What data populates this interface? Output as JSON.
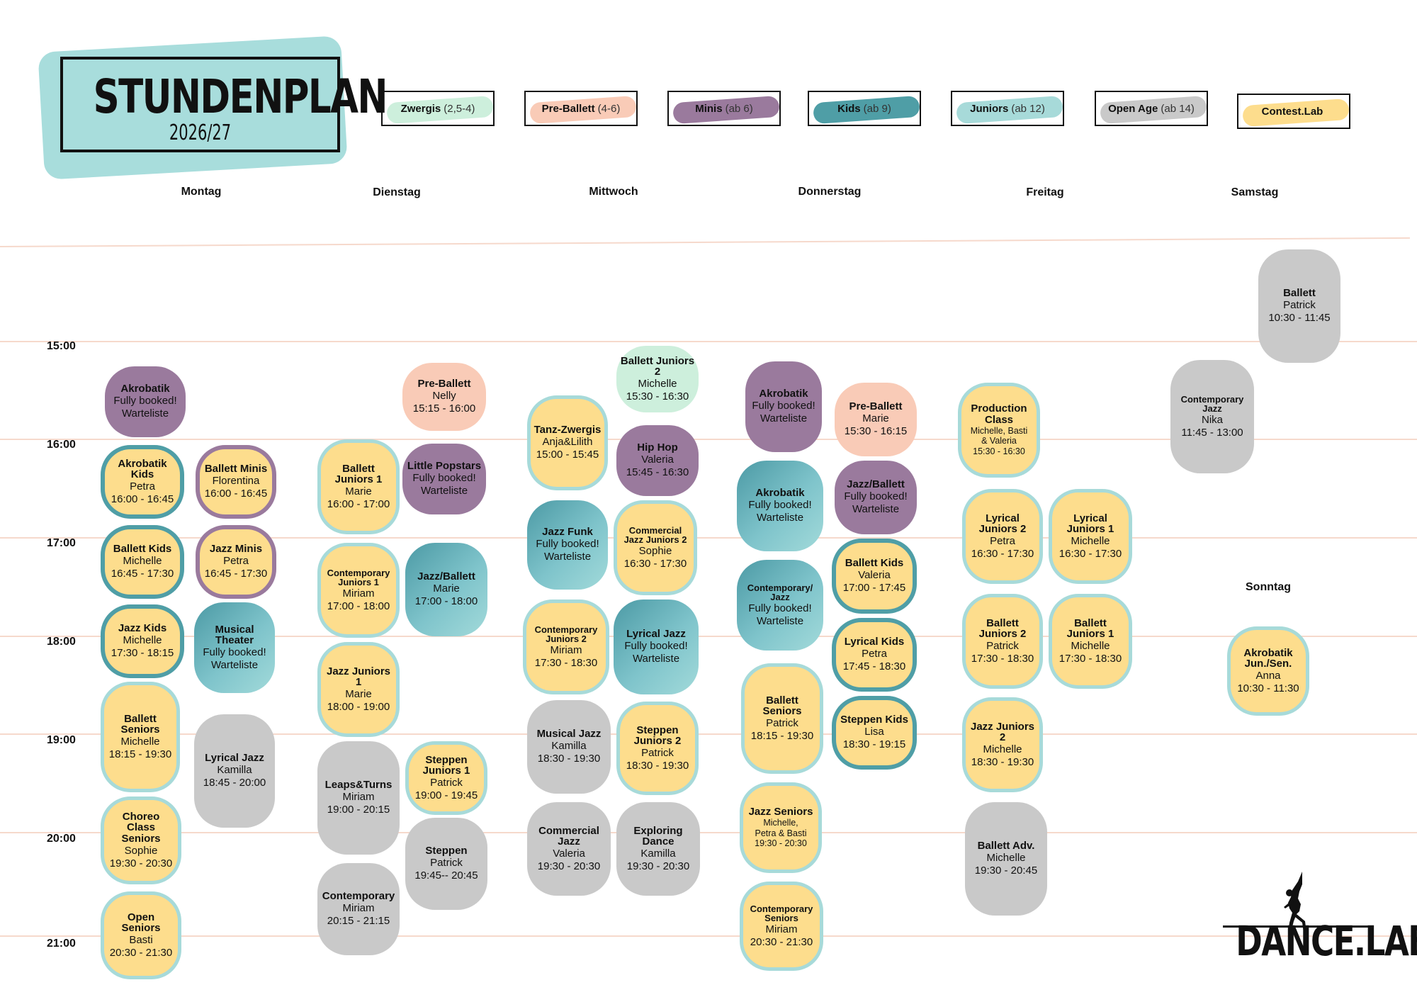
{
  "title": {
    "main": "STUNDENPLAN",
    "year": "2026/27"
  },
  "legend": [
    {
      "name": "Zwergis",
      "age": "(2,5-4)",
      "color": "#cdefdc"
    },
    {
      "name": "Pre-Ballett",
      "age": "(4-6)",
      "color": "#f9cbb7"
    },
    {
      "name": "Minis",
      "age": "(ab 6)",
      "color": "#9a7a9d"
    },
    {
      "name": "Kids",
      "age": "(ab 9)",
      "color": "#4f9ea6"
    },
    {
      "name": "Juniors",
      "age": "(ab 12)",
      "color": "#a7dad9"
    },
    {
      "name": "Open Age",
      "age": "(ab 14)",
      "color": "#c9c9c9"
    },
    {
      "name": "Contest.Lab",
      "age": "",
      "color": "#fddd8d"
    }
  ],
  "days": [
    "Montag",
    "Dienstag",
    "Mittwoch",
    "Donnerstag",
    "Freitag",
    "Samstag",
    "Sonntag"
  ],
  "times": [
    "15:00",
    "16:00",
    "17:00",
    "18:00",
    "19:00",
    "20:00",
    "21:00"
  ],
  "classes": [
    {
      "id": "m1",
      "title": "Akrobatik",
      "lines": [
        "Fully booked!",
        "Warteliste"
      ]
    },
    {
      "id": "m2",
      "title": "Akrobatik Kids",
      "lines": [
        "Petra",
        "16:00 - 16:45"
      ]
    },
    {
      "id": "m3",
      "title": "Ballett Minis",
      "lines": [
        "Florentina",
        "16:00 - 16:45"
      ]
    },
    {
      "id": "m4",
      "title": "Ballett Kids",
      "lines": [
        "Michelle",
        "16:45 - 17:30"
      ]
    },
    {
      "id": "m5",
      "title": "Jazz Minis",
      "lines": [
        "Petra",
        "16:45 - 17:30"
      ]
    },
    {
      "id": "m6",
      "title": "Jazz Kids",
      "lines": [
        "Michelle",
        "17:30 - 18:15"
      ]
    },
    {
      "id": "m7",
      "title": "Musical Theater",
      "lines": [
        "Fully booked!",
        "Warteliste"
      ]
    },
    {
      "id": "m8",
      "title": "Ballett Seniors",
      "lines": [
        "Michelle",
        "18:15 - 19:30"
      ]
    },
    {
      "id": "m9",
      "title": "Lyrical Jazz",
      "lines": [
        "Kamilla",
        "18:45 - 20:00"
      ]
    },
    {
      "id": "m10",
      "title": "Choreo Class Seniors",
      "lines": [
        "Sophie",
        "19:30 - 20:30"
      ]
    },
    {
      "id": "m11",
      "title": "Open Seniors",
      "lines": [
        "Basti",
        "20:30 - 21:30"
      ]
    },
    {
      "id": "d1",
      "title": "Pre-Ballett",
      "lines": [
        "Nelly",
        "15:15 - 16:00"
      ]
    },
    {
      "id": "d2",
      "title": "Ballett Juniors 1",
      "lines": [
        "Marie",
        "16:00 - 17:00"
      ]
    },
    {
      "id": "d3",
      "title": "Little Popstars",
      "lines": [
        "Fully booked!",
        "Warteliste"
      ]
    },
    {
      "id": "d4",
      "title": "Contemporary Juniors 1",
      "lines": [
        "Miriam",
        "17:00 - 18:00"
      ]
    },
    {
      "id": "d5",
      "title": "Jazz/Ballett",
      "lines": [
        "Marie",
        "17:00 - 18:00"
      ]
    },
    {
      "id": "d6",
      "title": "Jazz Juniors 1",
      "lines": [
        "Marie",
        "18:00 - 19:00"
      ]
    },
    {
      "id": "d7",
      "title": "Leaps&Turns",
      "lines": [
        "Miriam",
        "19:00 - 20:15"
      ]
    },
    {
      "id": "d8",
      "title": "Steppen Juniors 1",
      "lines": [
        "Patrick",
        "19:00 - 19:45"
      ]
    },
    {
      "id": "d9",
      "title": "Steppen",
      "lines": [
        "Patrick",
        "19:45-- 20:45"
      ]
    },
    {
      "id": "d10",
      "title": "Contemporary",
      "lines": [
        "Miriam",
        "20:15 - 21:15"
      ]
    },
    {
      "id": "w1",
      "title": "Tanz-Zwergis",
      "lines": [
        "Anja&Lilith",
        "15:00 - 15:45"
      ]
    },
    {
      "id": "w2",
      "title": "Ballett Juniors 2",
      "lines": [
        "Michelle",
        "15:30 - 16:30"
      ]
    },
    {
      "id": "w3",
      "title": "Hip Hop",
      "lines": [
        "Valeria",
        "15:45 - 16:30"
      ]
    },
    {
      "id": "w4",
      "title": "Jazz Funk",
      "lines": [
        "Fully booked!",
        "Warteliste"
      ]
    },
    {
      "id": "w5",
      "title": "Commercial Jazz Juniors 2",
      "lines": [
        "Sophie",
        "16:30 - 17:30"
      ]
    },
    {
      "id": "w6",
      "title": "Contemporary Juniors 2",
      "lines": [
        "Miriam",
        "17:30 - 18:30"
      ]
    },
    {
      "id": "w7",
      "title": "Lyrical Jazz",
      "lines": [
        "Fully booked!",
        "Warteliste"
      ]
    },
    {
      "id": "w8",
      "title": "Musical Jazz",
      "lines": [
        "Kamilla",
        "18:30 - 19:30"
      ]
    },
    {
      "id": "w9",
      "title": "Steppen Juniors 2",
      "lines": [
        "Patrick",
        "18:30 - 19:30"
      ]
    },
    {
      "id": "w10",
      "title": "Commercial Jazz",
      "lines": [
        "Valeria",
        "19:30 - 20:30"
      ]
    },
    {
      "id": "w11",
      "title": "Exploring Dance",
      "lines": [
        "Kamilla",
        "19:30 - 20:30"
      ]
    },
    {
      "id": "t1",
      "title": "Akrobatik",
      "lines": [
        "Fully booked!",
        "Warteliste"
      ]
    },
    {
      "id": "t2",
      "title": "Pre-Ballett",
      "lines": [
        "Marie",
        "15:30 - 16:15"
      ]
    },
    {
      "id": "t3",
      "title": "Akrobatik",
      "lines": [
        "Fully booked!",
        "Warteliste"
      ]
    },
    {
      "id": "t4",
      "title": "Jazz/Ballett",
      "lines": [
        "Fully booked!",
        "Warteliste"
      ]
    },
    {
      "id": "t5",
      "title": "Contemporary/ Jazz",
      "lines": [
        "Fully booked!",
        "Warteliste"
      ]
    },
    {
      "id": "t6",
      "title": "Ballett Kids",
      "lines": [
        "Valeria",
        "17:00 - 17:45"
      ]
    },
    {
      "id": "t7",
      "title": "Lyrical Kids",
      "lines": [
        "Petra",
        "17:45 - 18:30"
      ]
    },
    {
      "id": "t8",
      "title": "Ballett Seniors",
      "lines": [
        "Patrick",
        "18:15 - 19:30"
      ]
    },
    {
      "id": "t9",
      "title": "Steppen Kids",
      "lines": [
        "Lisa",
        "18:30 - 19:15"
      ]
    },
    {
      "id": "t10",
      "title": "Jazz Seniors",
      "lines": [
        "Michelle,",
        "Petra & Basti",
        "19:30 - 20:30"
      ]
    },
    {
      "id": "t11",
      "title": "Contemporary Seniors",
      "lines": [
        "Miriam",
        "20:30 - 21:30"
      ]
    },
    {
      "id": "f1",
      "title": "Production Class",
      "lines": [
        "Michelle, Basti",
        "& Valeria",
        "15:30 - 16:30"
      ]
    },
    {
      "id": "f2",
      "title": "Lyrical Juniors 2",
      "lines": [
        "Petra",
        "16:30 - 17:30"
      ]
    },
    {
      "id": "f3",
      "title": "Lyrical Juniors 1",
      "lines": [
        "Michelle",
        "16:30 - 17:30"
      ]
    },
    {
      "id": "f4",
      "title": "Ballett Juniors 2",
      "lines": [
        "Patrick",
        "17:30 - 18:30"
      ]
    },
    {
      "id": "f5",
      "title": "Ballett Juniors 1",
      "lines": [
        "Michelle",
        "17:30 - 18:30"
      ]
    },
    {
      "id": "f6",
      "title": "Jazz Juniors 2",
      "lines": [
        "Michelle",
        "18:30 - 19:30"
      ]
    },
    {
      "id": "f7",
      "title": "Ballett Adv.",
      "lines": [
        "Michelle",
        "19:30 - 20:45"
      ]
    },
    {
      "id": "s1",
      "title": "Ballett",
      "lines": [
        "Patrick",
        "10:30 - 11:45"
      ]
    },
    {
      "id": "s2",
      "title": "Contemporary Jazz",
      "lines": [
        "Nika",
        "11:45 - 13:00"
      ]
    },
    {
      "id": "so1",
      "title": "Akrobatik Jun./Sen.",
      "lines": [
        "Anna",
        "10:30 - 11:30"
      ]
    }
  ],
  "logo": "DANCE.LAB"
}
